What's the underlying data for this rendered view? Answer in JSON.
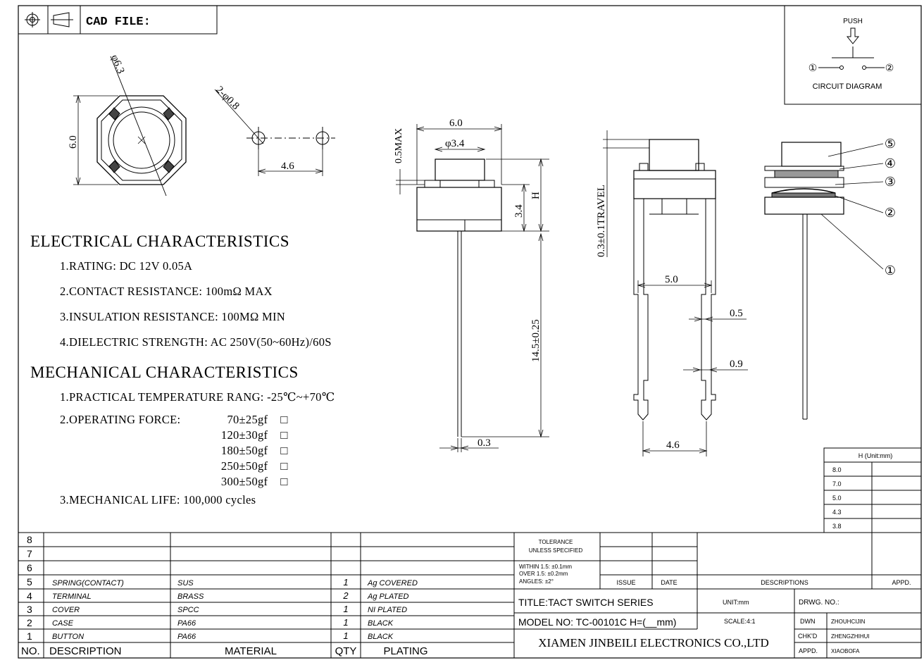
{
  "header": {
    "cad_label": "CAD FILE:"
  },
  "circuit": {
    "push_label": "PUSH",
    "pin_left": "①",
    "pin_right": "②",
    "caption": "CIRCUIT DIAGRAM"
  },
  "top_view": {
    "dim_diameter": "φ6.3",
    "dim_width": "6.0"
  },
  "pcb_view": {
    "dim_holes": "2-φ0.8",
    "dim_pitch": "4.6"
  },
  "side_view": {
    "dim_width": "6.0",
    "dim_button": "φ3.4",
    "dim_max": "0.5MAX",
    "dim_body": "3.4",
    "dim_h": "H",
    "dim_lead": "14.5±0.25",
    "dim_pin": "0.3"
  },
  "front_view": {
    "dim_travel": "0.3±0.1TRAVEL",
    "dim_span": "5.0",
    "dim_05": "0.5",
    "dim_09": "0.9",
    "dim_pitch": "4.6"
  },
  "exploded": {
    "callouts": [
      "⑤",
      "④",
      "③",
      "②",
      "①"
    ]
  },
  "electrical": {
    "title": "ELECTRICAL CHARACTERISTICS",
    "items": [
      "1.RATING: DC 12V 0.05A",
      "2.CONTACT RESISTANCE: 100mΩ MAX",
      "3.INSULATION RESISTANCE: 100MΩ MIN",
      "4.DIELECTRIC STRENGTH: AC 250V(50~60Hz)/60S"
    ]
  },
  "mechanical": {
    "title": "MECHANICAL CHARACTERISTICS",
    "temp": "1.PRACTICAL TEMPERATURE RANG: -25℃~+70℃",
    "force_label": "2.OPERATING FORCE:",
    "forces": [
      "70±25gf",
      "120±30gf",
      "180±50gf",
      "250±50gf",
      "300±50gf"
    ],
    "checkbox": "□",
    "life": "3.MECHANICAL LIFE: 100,000 cycles"
  },
  "h_table": {
    "header": "H (Unit:mm)",
    "values": [
      "8.0",
      "7.0",
      "5.0",
      "4.3",
      "3.8"
    ]
  },
  "bom": {
    "rows": [
      {
        "no": "8",
        "desc": "",
        "mat": "",
        "qty": "",
        "plating": ""
      },
      {
        "no": "7",
        "desc": "",
        "mat": "",
        "qty": "",
        "plating": ""
      },
      {
        "no": "6",
        "desc": "",
        "mat": "",
        "qty": "",
        "plating": ""
      },
      {
        "no": "5",
        "desc": "SPRING(CONTACT)",
        "mat": "SUS",
        "qty": "1",
        "plating": "Ag COVERED"
      },
      {
        "no": "4",
        "desc": "TERMINAL",
        "mat": "BRASS",
        "qty": "2",
        "plating": "Ag PLATED"
      },
      {
        "no": "3",
        "desc": "COVER",
        "mat": "SPCC",
        "qty": "1",
        "plating": "NI PLATED"
      },
      {
        "no": "2",
        "desc": "CASE",
        "mat": "PA66",
        "qty": "1",
        "plating": "BLACK"
      },
      {
        "no": "1",
        "desc": "BUTTON",
        "mat": "PA66",
        "qty": "1",
        "plating": "BLACK"
      }
    ],
    "headers": {
      "no": "NO.",
      "desc": "DESCRIPTION",
      "mat": "MATERIAL",
      "qty": "QTY",
      "plating": "PLATING"
    }
  },
  "title_block": {
    "tol_title_1": "TOLERANCE",
    "tol_title_2": "UNLESS SPECIFIED",
    "tol_1": "WITHIN 1.5: ±0.1mm",
    "tol_2": "OVER 1.5:  ±0.2mm",
    "tol_3": "ANGLES: ±2°",
    "issue": "ISSUE",
    "date": "DATE",
    "descriptions": "DESCRIPTIONS",
    "appd_col": "APPD.",
    "title": "TITLE:TACT SWITCH SERIES",
    "unit": "UNIT:mm",
    "drwg": "DRWG. NO.:",
    "model": "MODEL NO: TC-00101C H=(__mm)",
    "scale": "SCALE:4:1",
    "dwn": "DWN",
    "dwn_name": "ZHOUHCIJIN",
    "chkd": "CHK'D",
    "chkd_name": "ZHENGZHIHUI",
    "company": "XIAMEN JINBEILI ELECTRONICS CO.,LTD",
    "appd": "APPD.",
    "appd_name": "XIAOBOFA"
  }
}
